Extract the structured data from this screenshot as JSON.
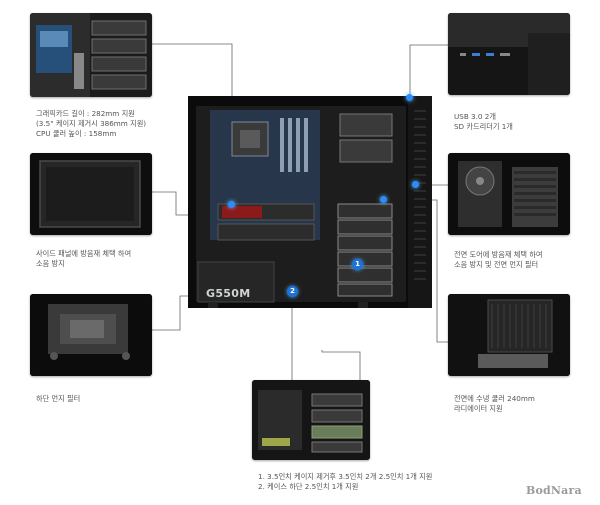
{
  "captions": {
    "gpu": "그래픽카드 길이 : 282mm 지원\n(3.5\" 케이지 제거시 386mm 지원)\nCPU 쿨러 높이 : 158mm",
    "side_panel": "사이드 패널에 방음재 체택 하여\n소음 방지",
    "bottom_filter": "하단 먼지 필터",
    "usb": "USB 3.0 2개\nSD 카드리더기 1개",
    "front_door": "전면 도어에 방음재 체택 하여\n소음 방지 및 전면 먼지 필터",
    "radiator": "전면에 수냉 쿨러 240mm\n라디에이터 지원",
    "cages": "1. 3.5인치 케이지 제거후 3.5인치 2개 2.5인치 1개 지원\n2. 케이스 하단 2.5인치 1개 지원"
  },
  "case": {
    "psu_label": "G550M",
    "marker_1": "1",
    "marker_2": "2"
  },
  "watermark": "BodNara",
  "colors": {
    "accent": "#1e73d6",
    "frame": "#111111",
    "caption": "#555555"
  }
}
